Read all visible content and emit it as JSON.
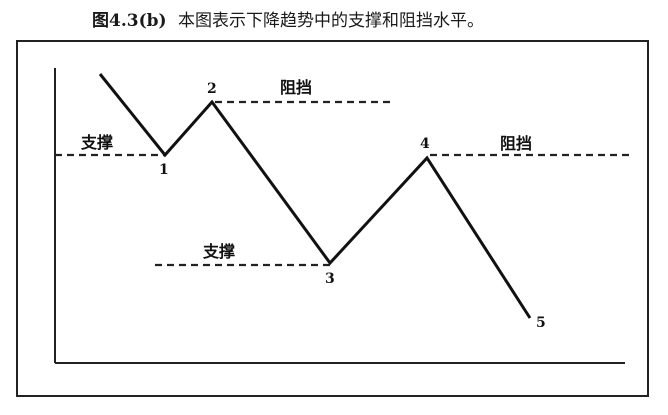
{
  "caption": {
    "figure_number": "图4.3(b)",
    "text": "本图表示下降趋势中的支撑和阻挡水平。"
  },
  "labels": {
    "resistance": "阻挡",
    "support": "支撑"
  },
  "points": [
    "1",
    "2",
    "3",
    "4",
    "5"
  ]
}
